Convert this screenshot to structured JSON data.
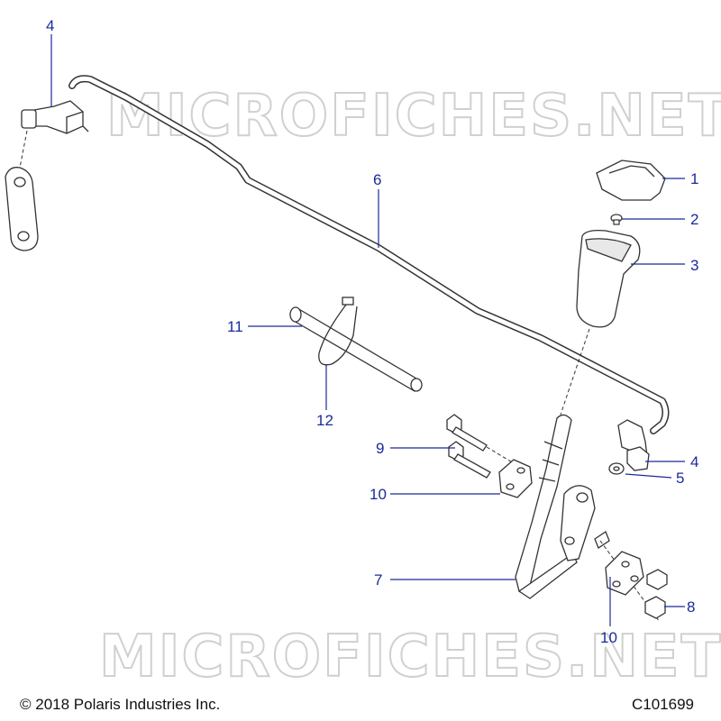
{
  "watermark": "MICROFICHES.NET",
  "footer": {
    "copyright": "© 2018 Polaris Industries Inc.",
    "catalog_code": "C101699"
  },
  "callouts": {
    "c1": "1",
    "c2": "2",
    "c3": "3",
    "c4a": "4",
    "c4b": "4",
    "c5": "5",
    "c6": "6",
    "c7": "7",
    "c8": "8",
    "c9": "9",
    "c10a": "10",
    "c10b": "10",
    "c11": "11",
    "c12": "12"
  },
  "colors": {
    "callout": "#1a2a9a",
    "part_stroke": "#333333",
    "watermark": "#d0d0d0"
  }
}
